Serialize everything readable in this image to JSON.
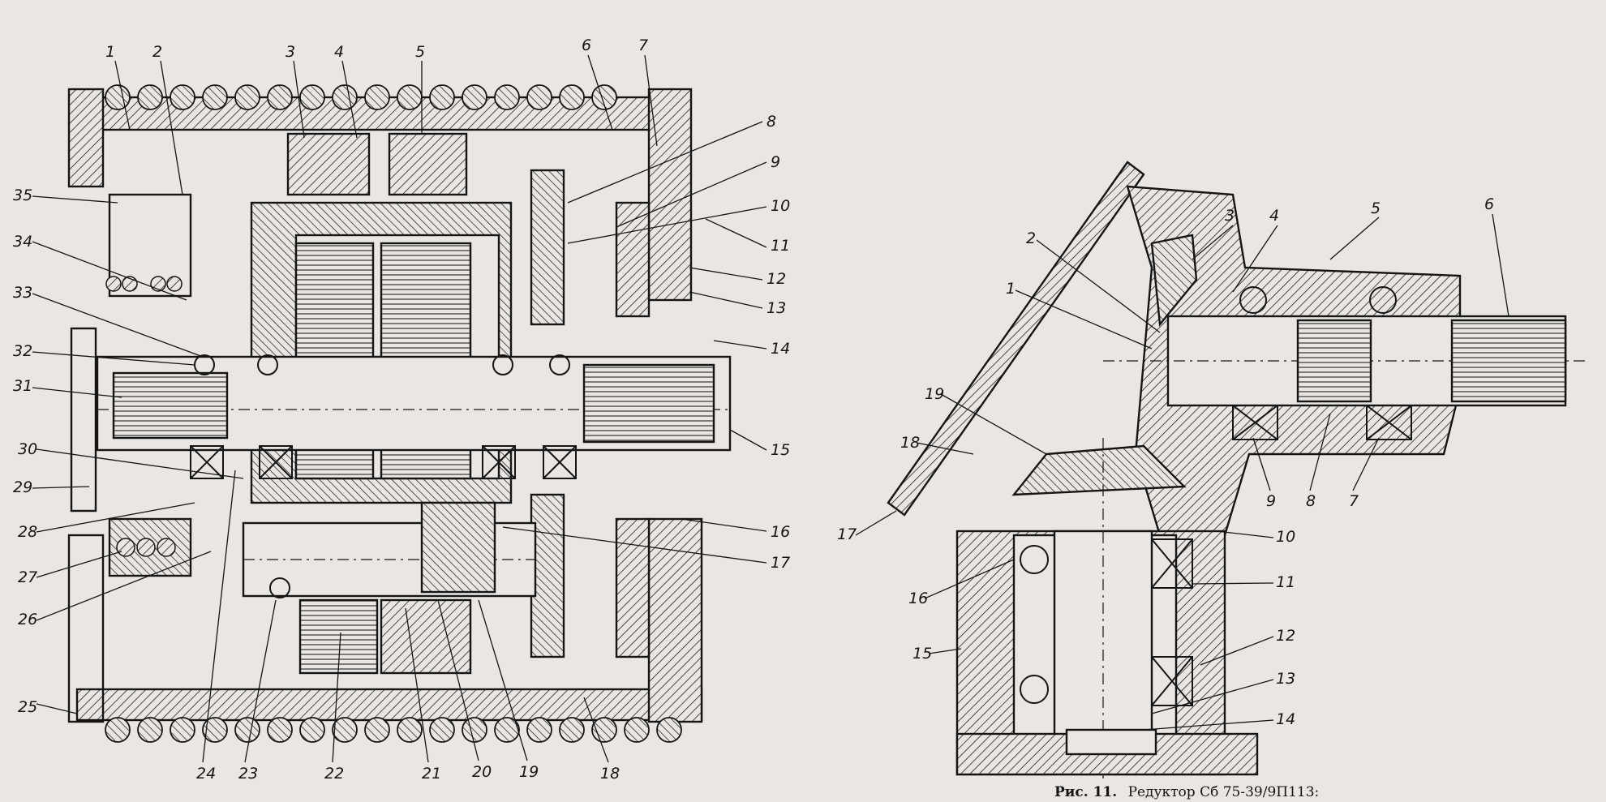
{
  "left_diagram": {
    "labels": [
      "1",
      "2",
      "3",
      "4",
      "5",
      "6",
      "7",
      "8",
      "9",
      "10",
      "11",
      "12",
      "13",
      "14",
      "15",
      "16",
      "17",
      "18",
      "19",
      "20",
      "21",
      "22",
      "23",
      "24",
      "25",
      "26",
      "27",
      "28",
      "29",
      "30",
      "31",
      "32",
      "33",
      "34",
      "35"
    ]
  },
  "right_diagram": {
    "labels": [
      "1",
      "2",
      "3",
      "4",
      "5",
      "6",
      "7",
      "8",
      "9",
      "10",
      "11",
      "12",
      "13",
      "14",
      "15",
      "16",
      "17",
      "18",
      "19"
    ]
  },
  "caption": {
    "prefix": "Рис. 11.",
    "text": "Редуктор Сб 75-39/9П113:"
  },
  "colors": {
    "paper": "#e9e6e3",
    "ink": "#151515"
  }
}
